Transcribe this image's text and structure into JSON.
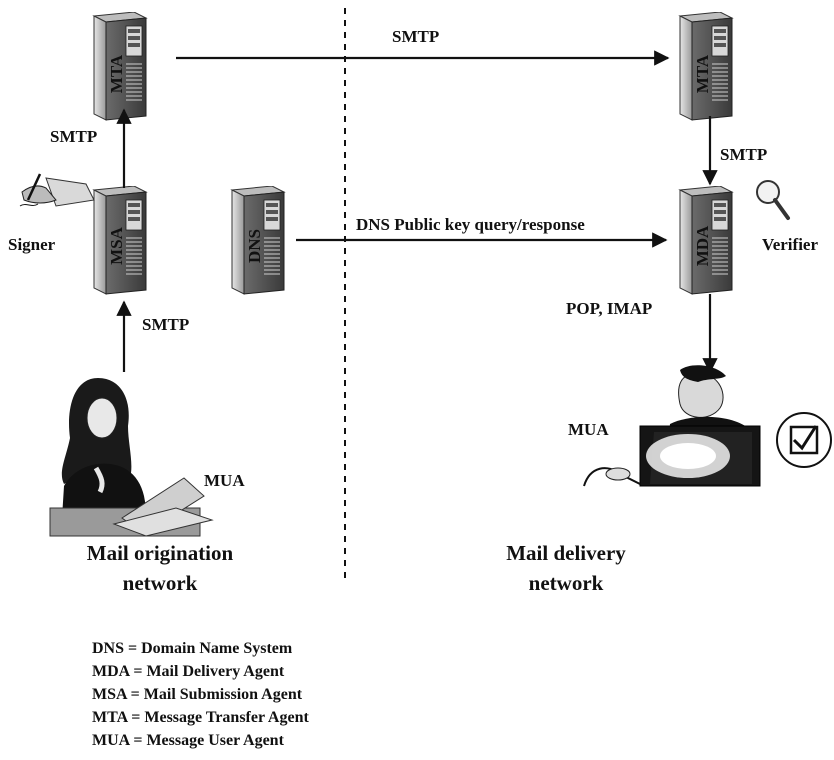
{
  "servers": {
    "mta_left": "MTA",
    "msa": "MSA",
    "dns": "DNS",
    "mta_right": "MTA",
    "mda": "MDA"
  },
  "labels": {
    "smtp_top": "SMTP",
    "smtp_left_upper": "SMTP",
    "smtp_left_lower": "SMTP",
    "smtp_right": "SMTP",
    "dns_query": "DNS Public key query/response",
    "signer": "Signer",
    "verifier": "Verifier",
    "pop_imap": "POP, IMAP",
    "mua_left": "MUA",
    "mua_right": "MUA"
  },
  "networks": {
    "origination_line1": "Mail origination",
    "origination_line2": "network",
    "delivery_line1": "Mail delivery",
    "delivery_line2": "network"
  },
  "legend": [
    "DNS = Domain Name System",
    "MDA = Mail Delivery Agent",
    "MSA = Mail Submission Agent",
    "MTA = Message Transfer Agent",
    "MUA = Message User Agent"
  ],
  "icons": [
    "server-icon",
    "pen-signing-icon",
    "magnifier-icon",
    "checkbox-badge-icon",
    "woman-laptop-icon",
    "man-computer-icon"
  ],
  "colors": {
    "ink": "#111111",
    "server_light": "#cfcfcf",
    "server_dark": "#5a5a5a"
  }
}
